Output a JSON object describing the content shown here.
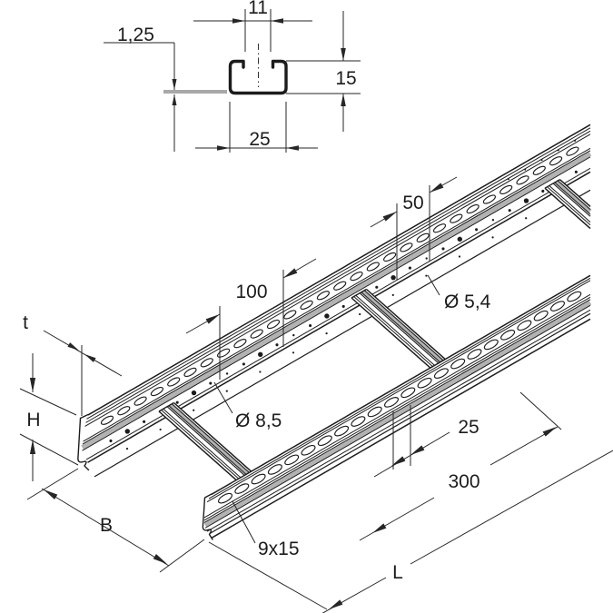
{
  "drawing": {
    "type": "technical-dimension-drawing",
    "subject": "cable ladder with C-profile rung cross-section"
  },
  "cross_section": {
    "slot_width": "11",
    "thickness": "1,25",
    "height": "15",
    "width": "25"
  },
  "iso": {
    "hole_pitch_small": "50",
    "hole_pitch_large": "100",
    "hole_dia_small": "Ø 5,4",
    "hole_dia_large": "Ø 8,5",
    "material_thickness": "t",
    "side_rail_height": "H",
    "ladder_width": "B",
    "rung_width": "25",
    "rung_pitch": "300",
    "slot_size": "9x15",
    "ladder_length": "L"
  },
  "colors": {
    "line": "#1c1c1c",
    "dim": "#262626",
    "shade": "#b2b2b2",
    "shade_light": "#d4d4d4",
    "background": "#ffffff"
  }
}
